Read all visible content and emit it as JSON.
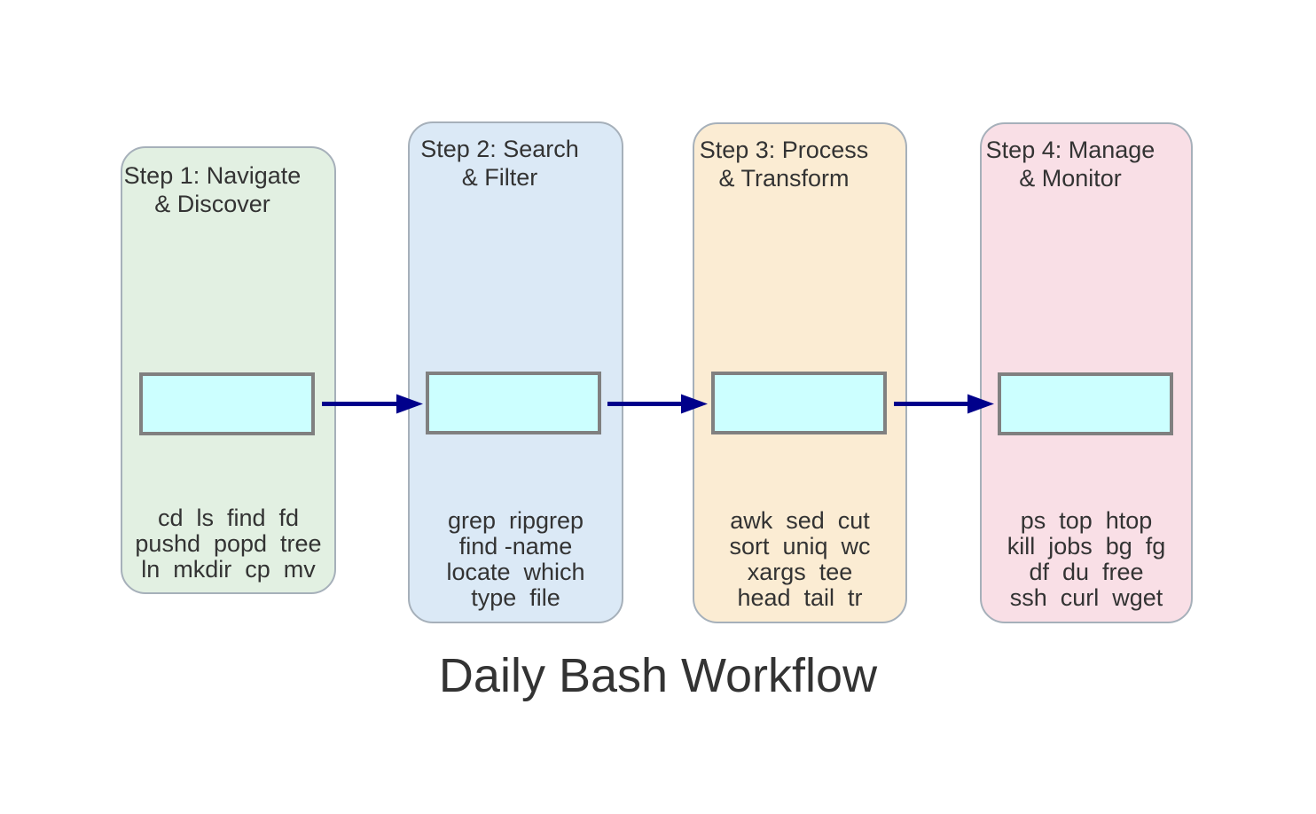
{
  "title": "Daily Bash Workflow",
  "steps": [
    {
      "id": "step-1",
      "title": "Step 1: Navigate\n& Discover",
      "commands": "cd  ls  find  fd\npushd  popd  tree\nln  mkdir  cp  mv",
      "fill": "#e2f0e2"
    },
    {
      "id": "step-2",
      "title": "Step 2: Search\n& Filter",
      "commands": "grep  ripgrep\nfind -name\nlocate  which\ntype  file",
      "fill": "#dbe9f6"
    },
    {
      "id": "step-3",
      "title": "Step 3: Process\n& Transform",
      "commands": "awk  sed  cut\nsort  uniq  wc\nxargs  tee\nhead  tail  tr",
      "fill": "#fbecd3"
    },
    {
      "id": "step-4",
      "title": "Step 4: Manage\n& Monitor",
      "commands": "ps  top  htop\nkill  jobs  bg  fg\ndf  du  free\nssh  curl  wget",
      "fill": "#f9dfe6"
    }
  ],
  "colors": {
    "arrow": "#00008b",
    "node_fill": "#ccffff",
    "node_border": "#808080",
    "box_border": "#a6b0ba",
    "text": "#333333",
    "background": "#ffffff"
  }
}
